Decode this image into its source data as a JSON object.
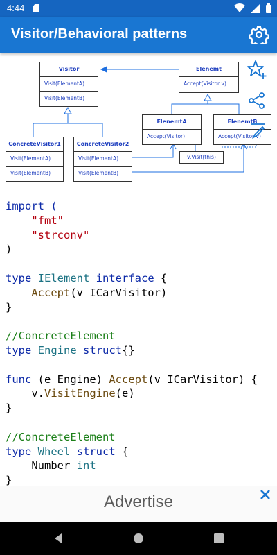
{
  "status_bar": {
    "time": "4:44"
  },
  "app_bar": {
    "title": "Visitor/Behavioral patterns"
  },
  "diagram": {
    "visitor": {
      "name": "Visitor",
      "methods": [
        "Visit(ElementA)",
        "Visit(ElementB)"
      ]
    },
    "element": {
      "name": "Elenemt",
      "methods": [
        "Accept(Visitor v)"
      ]
    },
    "concrete_visitor_1": {
      "name": "ConcreteVisitor1",
      "methods": [
        "Visit(ElementA)",
        "Visit(ElementB)"
      ]
    },
    "concrete_visitor_2": {
      "name": "ConcreteVisitor2",
      "methods": [
        "Visit(ElementA)",
        "Visit(ElementB)"
      ]
    },
    "element_a": {
      "name": "ElenemtA",
      "methods": [
        "Accept(Visitor)"
      ]
    },
    "element_b": {
      "name": "ElenemtB",
      "methods": [
        "Accept(Visitor v)"
      ]
    },
    "note": "v.Visit(this)"
  },
  "code": {
    "l1": "import (",
    "l2": "\"fmt\"",
    "l3": "\"strconv\"",
    "l4": ")",
    "l6_kw": "type",
    "l6_name": "IElement",
    "l6_kw2": "interface",
    "l6_end": "{",
    "l7_fn": "Accept",
    "l7_rest": "(v ICarVisitor)",
    "l8": "}",
    "l10": "//ConcreteElement",
    "l11_kw": "type",
    "l11_name": "Engine",
    "l11_kw2": "struct",
    "l11_end": "{}",
    "l13_kw": "func",
    "l13_recv": "(e Engine)",
    "l13_fn": "Accept",
    "l13_rest": "(v ICarVisitor) {",
    "l14_obj": "v.",
    "l14_fn": "VisitEngine",
    "l14_rest": "(e)",
    "l15": "}",
    "l17": "//ConcreteElement",
    "l18_kw": "type",
    "l18_name": "Wheel",
    "l18_kw2": "struct",
    "l18_end": "{",
    "l19_field": "Number",
    "l19_type": "int",
    "l20": "}"
  },
  "ad": {
    "label": "Advertise"
  },
  "colors": {
    "app_bar": "#1976d2",
    "status_bar": "#1565c0",
    "keyword": "#0d2aa8",
    "string": "#b3000e",
    "comment": "#1b7f18",
    "type_name": "#1d7384",
    "diagram_line": "#1e6fe0"
  },
  "icons": {
    "settings": "gear-icon",
    "favorite": "star-add-icon",
    "share": "share-icon",
    "edit": "edit-icon",
    "close_ad": "close-icon",
    "nav_back": "back-triangle-icon",
    "nav_home": "home-circle-icon",
    "nav_recent": "recent-square-icon"
  }
}
